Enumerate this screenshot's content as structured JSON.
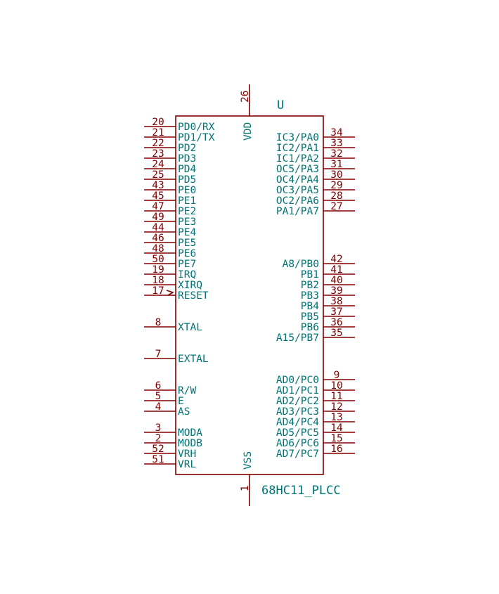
{
  "component": {
    "reference": "U",
    "value": "68HC11_PLCC",
    "colors": {
      "body": "#840000",
      "pin_number": "#820000",
      "pin_name": "#007474"
    },
    "top_pin": {
      "number": "26",
      "name": "VDD"
    },
    "bottom_pin": {
      "number": "1",
      "name": "VSS"
    },
    "left_pins": [
      {
        "number": "20",
        "name": "PD0/RX"
      },
      {
        "number": "21",
        "name": "PD1/TX"
      },
      {
        "number": "22",
        "name": "PD2"
      },
      {
        "number": "23",
        "name": "PD3"
      },
      {
        "number": "24",
        "name": "PD4"
      },
      {
        "number": "25",
        "name": "PD5"
      },
      {
        "number": "43",
        "name": "PE0"
      },
      {
        "number": "45",
        "name": "PE1"
      },
      {
        "number": "47",
        "name": "PE2"
      },
      {
        "number": "49",
        "name": "PE3"
      },
      {
        "number": "44",
        "name": "PE4"
      },
      {
        "number": "46",
        "name": "PE5"
      },
      {
        "number": "48",
        "name": "PE6"
      },
      {
        "number": "50",
        "name": "PE7"
      },
      {
        "number": "19",
        "name": "IRQ"
      },
      {
        "number": "18",
        "name": "XIRQ"
      },
      {
        "number": "17",
        "name": "RESET"
      },
      {
        "number": "8",
        "name": "XTAL"
      },
      {
        "number": "7",
        "name": "EXTAL"
      },
      {
        "number": "6",
        "name": "R/W"
      },
      {
        "number": "5",
        "name": "E"
      },
      {
        "number": "4",
        "name": "AS"
      },
      {
        "number": "3",
        "name": "MODA"
      },
      {
        "number": "2",
        "name": "MODB"
      },
      {
        "number": "52",
        "name": "VRH"
      },
      {
        "number": "51",
        "name": "VRL"
      }
    ],
    "right_pins": [
      {
        "number": "34",
        "name": "IC3/PA0"
      },
      {
        "number": "33",
        "name": "IC2/PA1"
      },
      {
        "number": "32",
        "name": "IC1/PA2"
      },
      {
        "number": "31",
        "name": "OC5/PA3"
      },
      {
        "number": "30",
        "name": "OC4/PA4"
      },
      {
        "number": "29",
        "name": "OC3/PA5"
      },
      {
        "number": "28",
        "name": "OC2/PA6"
      },
      {
        "number": "27",
        "name": "PA1/PA7"
      },
      {
        "number": "42",
        "name": "A8/PB0"
      },
      {
        "number": "41",
        "name": "PB1"
      },
      {
        "number": "40",
        "name": "PB2"
      },
      {
        "number": "39",
        "name": "PB3"
      },
      {
        "number": "38",
        "name": "PB4"
      },
      {
        "number": "37",
        "name": "PB5"
      },
      {
        "number": "36",
        "name": "PB6"
      },
      {
        "number": "35",
        "name": "A15/PB7"
      },
      {
        "number": "9",
        "name": "AD0/PC0"
      },
      {
        "number": "10",
        "name": "AD1/PC1"
      },
      {
        "number": "11",
        "name": "AD2/PC2"
      },
      {
        "number": "12",
        "name": "AD3/PC3"
      },
      {
        "number": "13",
        "name": "AD4/PC4"
      },
      {
        "number": "14",
        "name": "AD5/PC5"
      },
      {
        "number": "15",
        "name": "AD6/PC6"
      },
      {
        "number": "16",
        "name": "AD7/PC7"
      }
    ]
  }
}
